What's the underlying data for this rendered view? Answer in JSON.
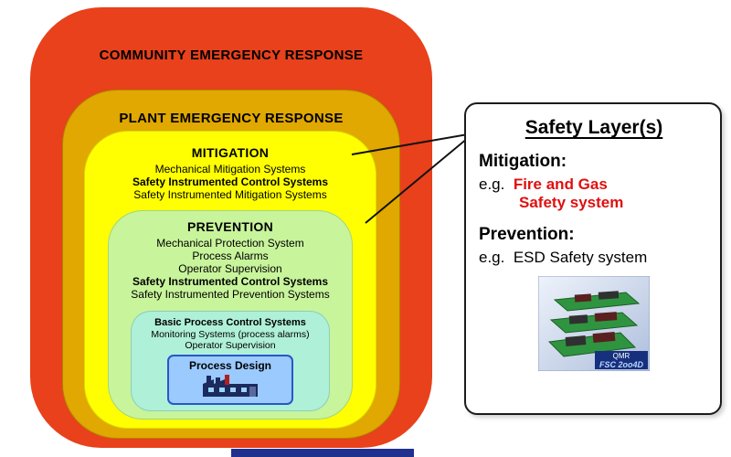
{
  "diagram": {
    "layers": [
      {
        "name": "community",
        "title": "COMMUNITY EMERGENCY RESPONSE"
      },
      {
        "name": "plant",
        "title": "PLANT EMERGENCY RESPONSE"
      },
      {
        "name": "mitigation",
        "title": "MITIGATION",
        "items": [
          "Mechanical Mitigation Systems",
          "Safety Instrumented Control Systems",
          "Safety Instrumented Mitigation Systems"
        ]
      },
      {
        "name": "prevention",
        "title": "PREVENTION",
        "items": [
          "Mechanical Protection System",
          "Process Alarms",
          "Operator Supervision",
          "Safety Instrumented Control Systems",
          "Safety Instrumented Prevention Systems"
        ]
      },
      {
        "name": "bpcs",
        "title": "Basic Process Control Systems",
        "items": [
          "Monitoring Systems (process alarms)",
          "Operator Supervision"
        ]
      },
      {
        "name": "process-design",
        "title": "Process Design"
      }
    ]
  },
  "panel": {
    "title": "Safety Layer(s)",
    "mitigation_heading": "Mitigation:",
    "mitigation_example_prefix": "e.g.",
    "mitigation_example_line1": "Fire and Gas",
    "mitigation_example_line2": "Safety system",
    "prevention_heading": "Prevention:",
    "prevention_example_prefix": "e.g.",
    "prevention_example_text": "ESD Safety system",
    "device_label_line1": "QMR",
    "device_label_line2": "FSC 2oo4D"
  },
  "colors": {
    "community_red": "#e8411b",
    "plant_gold": "#e0a800",
    "mitigation_yellow": "#ffff02",
    "prevention_green": "#c8f49b",
    "bpcs_teal": "#aff0d8",
    "process_blue": "#9bcaff",
    "example_red": "#e01010"
  }
}
